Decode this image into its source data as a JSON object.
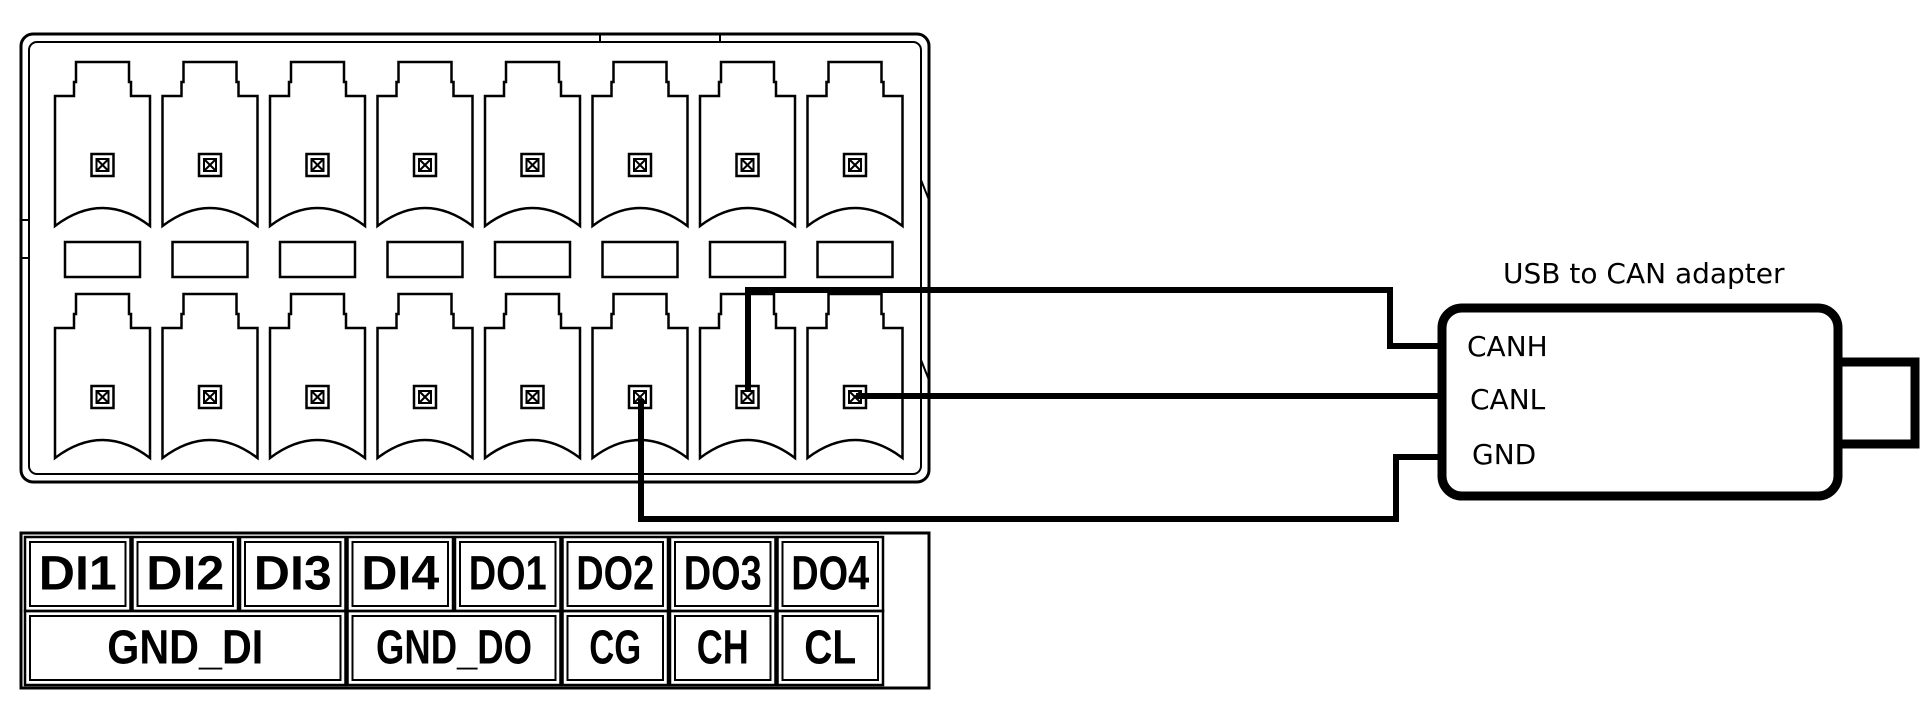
{
  "colors": {
    "stroke": "#000000",
    "background": "#ffffff"
  },
  "adapter": {
    "title": "USB to CAN adapter",
    "pins": [
      "CANH",
      "CANL",
      "GND"
    ]
  },
  "terminal_labels": {
    "top_row": [
      "DI1",
      "DI2",
      "DI3",
      "DI4",
      "DO1",
      "DO2",
      "DO3",
      "DO4"
    ],
    "bottom_row": [
      "GND_DI",
      "GND_DO",
      "CG",
      "CH",
      "CL"
    ]
  }
}
